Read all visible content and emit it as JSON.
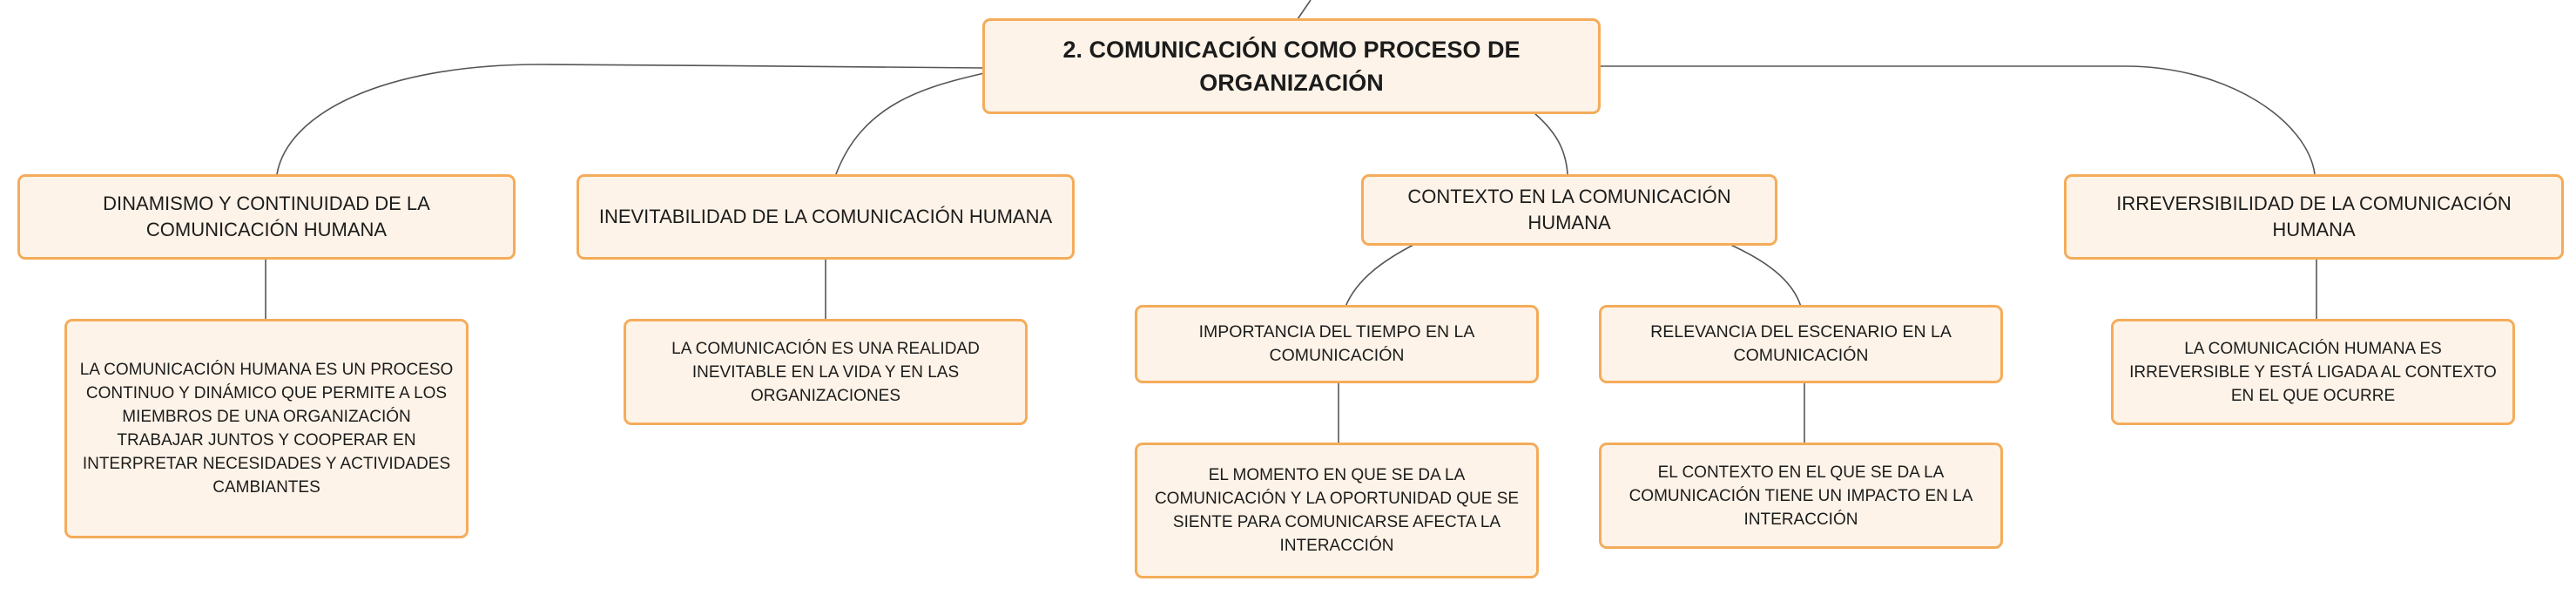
{
  "diagram": {
    "root": {
      "label": "2. COMUNICACIÓN COMO PROCESO DE ORGANIZACIÓN"
    },
    "branches": [
      {
        "label": "DINAMISMO Y CONTINUIDAD DE LA COMUNICACIÓN HUMANA",
        "detail": "LA COMUNICACIÓN HUMANA ES UN PROCESO CONTINUO Y DINÁMICO QUE PERMITE A LOS MIEMBROS DE UNA ORGANIZACIÓN TRABAJAR JUNTOS Y COOPERAR EN INTERPRETAR NECESIDADES Y ACTIVIDADES CAMBIANTES"
      },
      {
        "label": "INEVITABILIDAD DE LA COMUNICACIÓN HUMANA",
        "detail": "LA COMUNICACIÓN ES UNA REALIDAD INEVITABLE EN LA VIDA Y EN LAS ORGANIZACIONES"
      },
      {
        "label": "CONTEXTO EN LA COMUNICACIÓN HUMANA",
        "subtopics": [
          {
            "label": "IMPORTANCIA DEL TIEMPO EN LA COMUNICACIÓN",
            "detail": "EL MOMENTO EN QUE SE DA LA COMUNICACIÓN Y LA OPORTUNIDAD QUE SE SIENTE PARA COMUNICARSE AFECTA LA INTERACCIÓN"
          },
          {
            "label": "RELEVANCIA DEL ESCENARIO EN LA COMUNICACIÓN",
            "detail": "EL CONTEXTO EN EL QUE SE DA LA COMUNICACIÓN TIENE UN IMPACTO EN LA INTERACCIÓN"
          }
        ]
      },
      {
        "label": "IRREVERSIBILIDAD DE LA COMUNICACIÓN HUMANA",
        "detail": "LA COMUNICACIÓN HUMANA ES IRREVERSIBLE Y ESTÁ LIGADA AL CONTEXTO EN EL QUE OCURRE"
      }
    ],
    "colors": {
      "node_fill": "#fef3e8",
      "node_border": "#f4ac5a",
      "connector": "#555555",
      "text": "#1c1c1c"
    }
  }
}
